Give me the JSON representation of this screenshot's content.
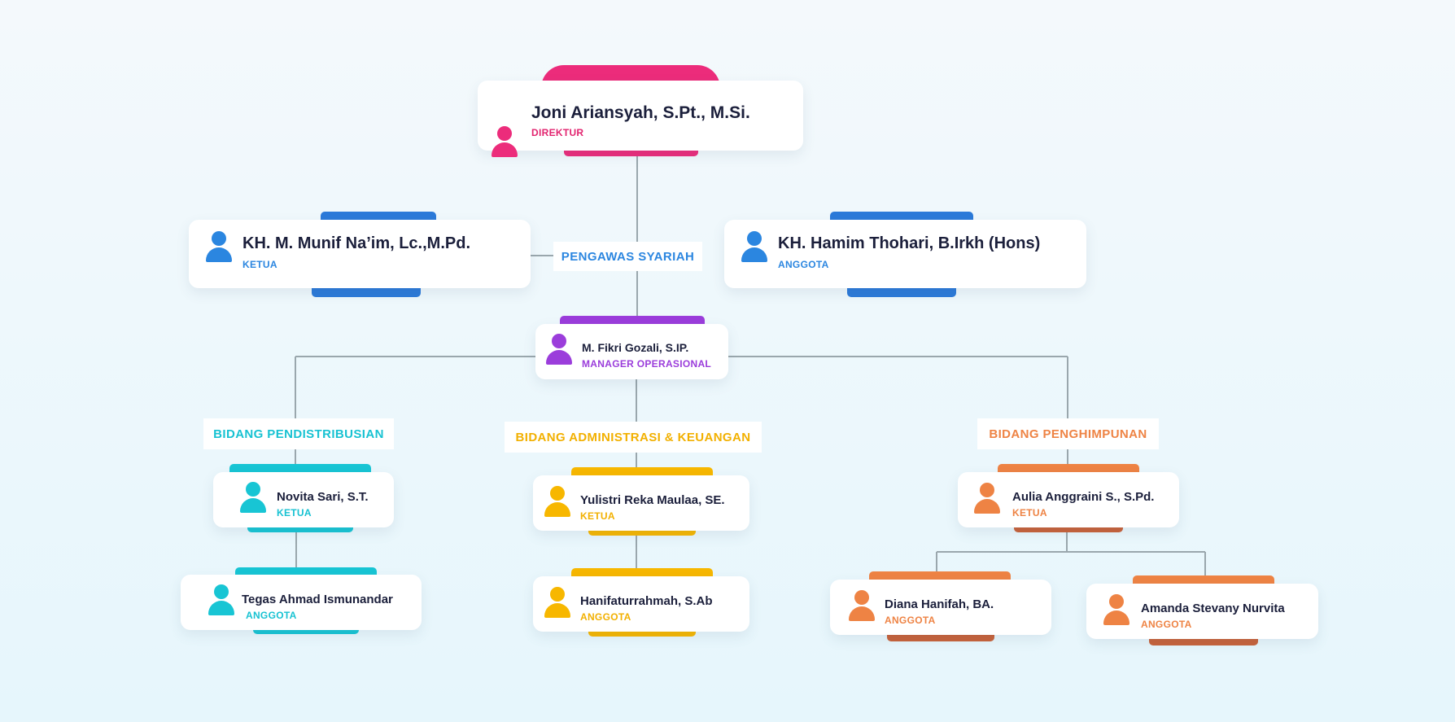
{
  "director": {
    "name": "Joni Ariansyah, S.Pt., M.Si.",
    "role": "DIREKTUR"
  },
  "sharia_board": {
    "label": "PENGAWAS SYARIAH",
    "chair": {
      "name": "KH. M. Munif Na’im, Lc.,M.Pd.",
      "role": "KETUA"
    },
    "member": {
      "name": "KH. Hamim Thohari, B.Irkh (Hons)",
      "role": "ANGGOTA"
    }
  },
  "manager": {
    "name": "M. Fikri Gozali, S.IP.",
    "role": "MANAGER OPERASIONAL"
  },
  "divisions": {
    "distribution": {
      "label": "BIDANG PENDISTRIBUSIAN",
      "chair": {
        "name": "Novita Sari, S.T.",
        "role": "KETUA"
      },
      "member": {
        "name": "Tegas Ahmad Ismunandar",
        "role": "ANGGOTA"
      }
    },
    "administration": {
      "label": "BIDANG ADMINISTRASI & KEUANGAN",
      "chair": {
        "name": "Yulistri Reka Maulaa, SE.",
        "role": "KETUA"
      },
      "member": {
        "name": "Hanifaturrahmah, S.Ab",
        "role": "ANGGOTA"
      }
    },
    "fundraising": {
      "label": "BIDANG PENGHIMPUNAN",
      "chair": {
        "name": "Aulia Anggraini S., S.Pd.",
        "role": "KETUA"
      },
      "members": [
        {
          "name": "Diana Hanifah, BA.",
          "role": "ANGGOTA"
        },
        {
          "name": "Amanda Stevany Nurvita",
          "role": "ANGGOTA"
        }
      ]
    }
  },
  "colors": {
    "director": "#ec2c7b",
    "sharia_board": "#2b86e0",
    "manager": "#9b3ddb",
    "distribution": "#18c5d4",
    "administration": "#f7b700",
    "fundraising": "#ee8344",
    "connector": "#9aa7ad"
  },
  "icons": {
    "person": "person-icon"
  }
}
